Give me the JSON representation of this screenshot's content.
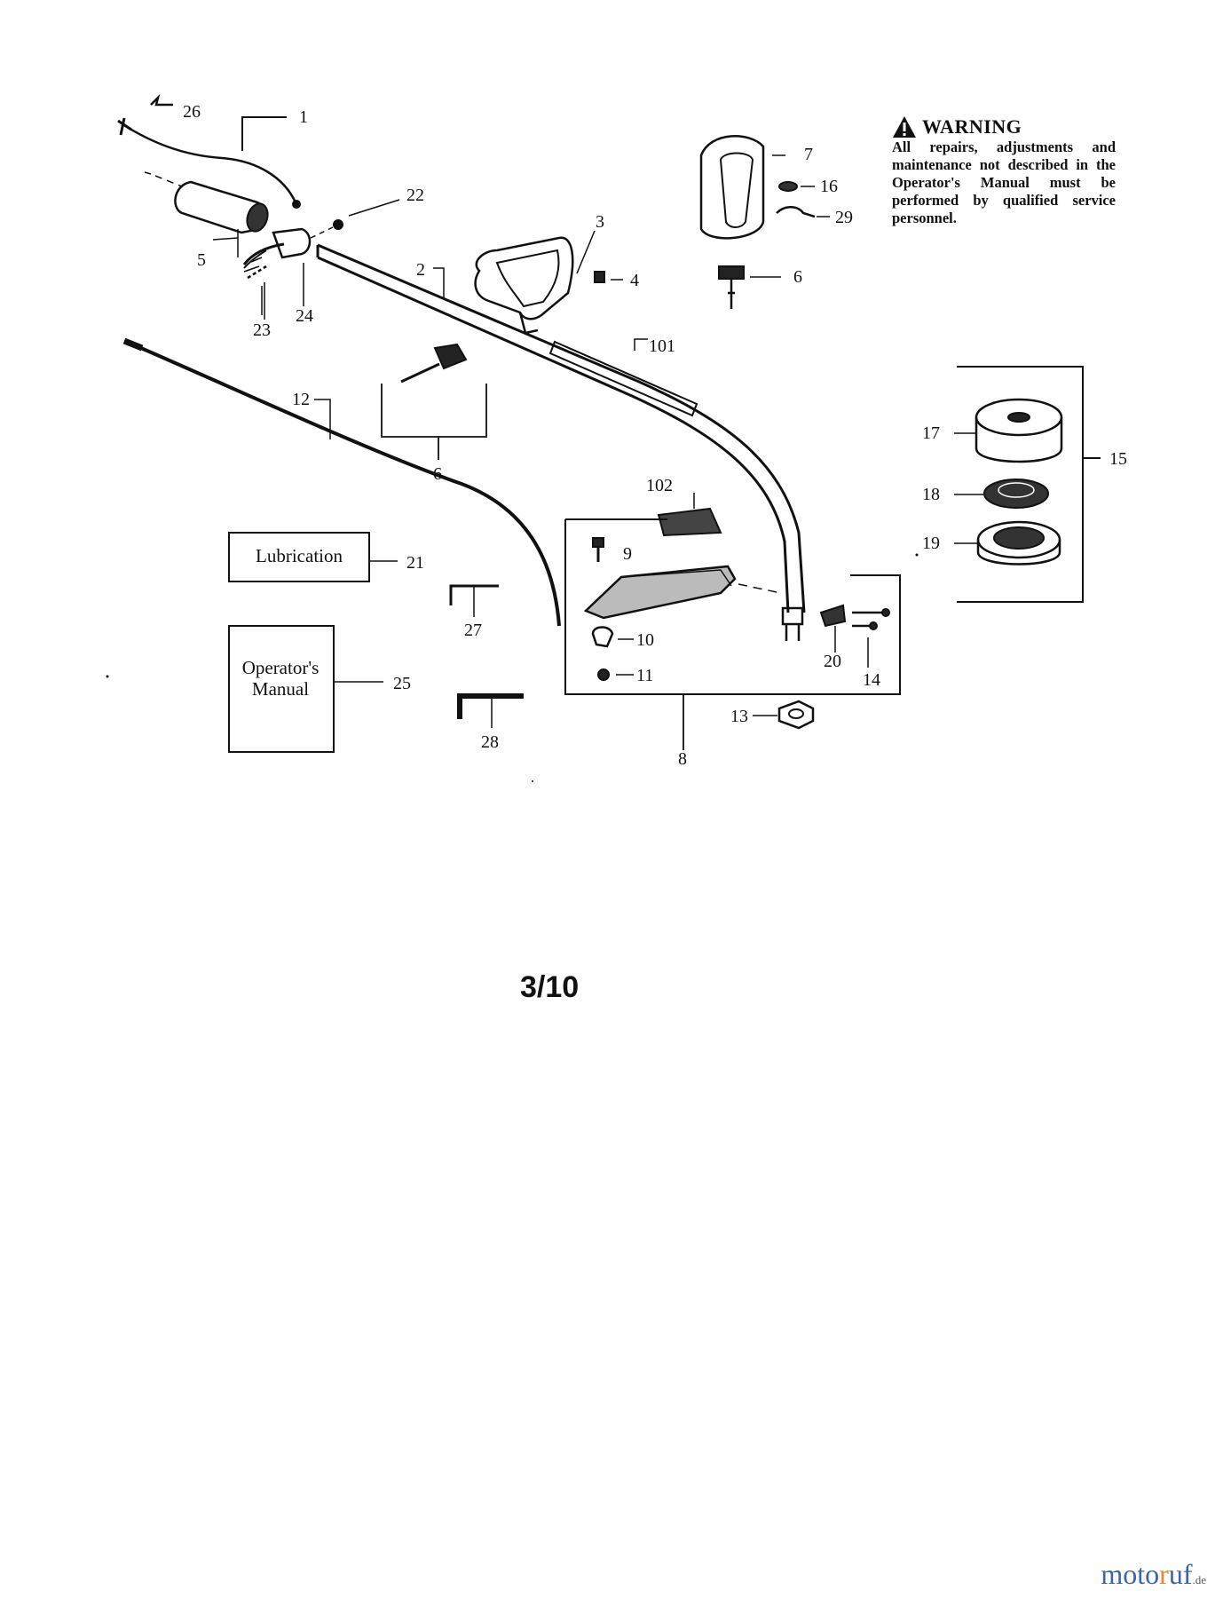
{
  "warning": {
    "title": "WARNING",
    "body": "All repairs, adjustments and maintenance not described in the Operator's Manual must be performed by qualified service personnel."
  },
  "boxes": {
    "lubrication": "Lubrication",
    "manual": "Operator's Manual"
  },
  "callouts": {
    "c1": "1",
    "c2": "2",
    "c3": "3",
    "c4": "4",
    "c5": "5",
    "c6a": "6",
    "c6b": "6",
    "c7": "7",
    "c8": "8",
    "c9": "9",
    "c10": "10",
    "c11": "11",
    "c12": "12",
    "c13": "13",
    "c14": "14",
    "c15": "15",
    "c16": "16",
    "c17": "17",
    "c18": "18",
    "c19": "19",
    "c20": "20",
    "c21": "21",
    "c22": "22",
    "c23": "23",
    "c24": "24",
    "c25": "25",
    "c26": "26",
    "c27": "27",
    "c28": "28",
    "c29": "29",
    "c101": "101",
    "c102": "102"
  },
  "page_number": "3/10",
  "watermark": {
    "part1": "moto",
    "part2": "r",
    "part3": "uf",
    "suffix": ".de"
  }
}
